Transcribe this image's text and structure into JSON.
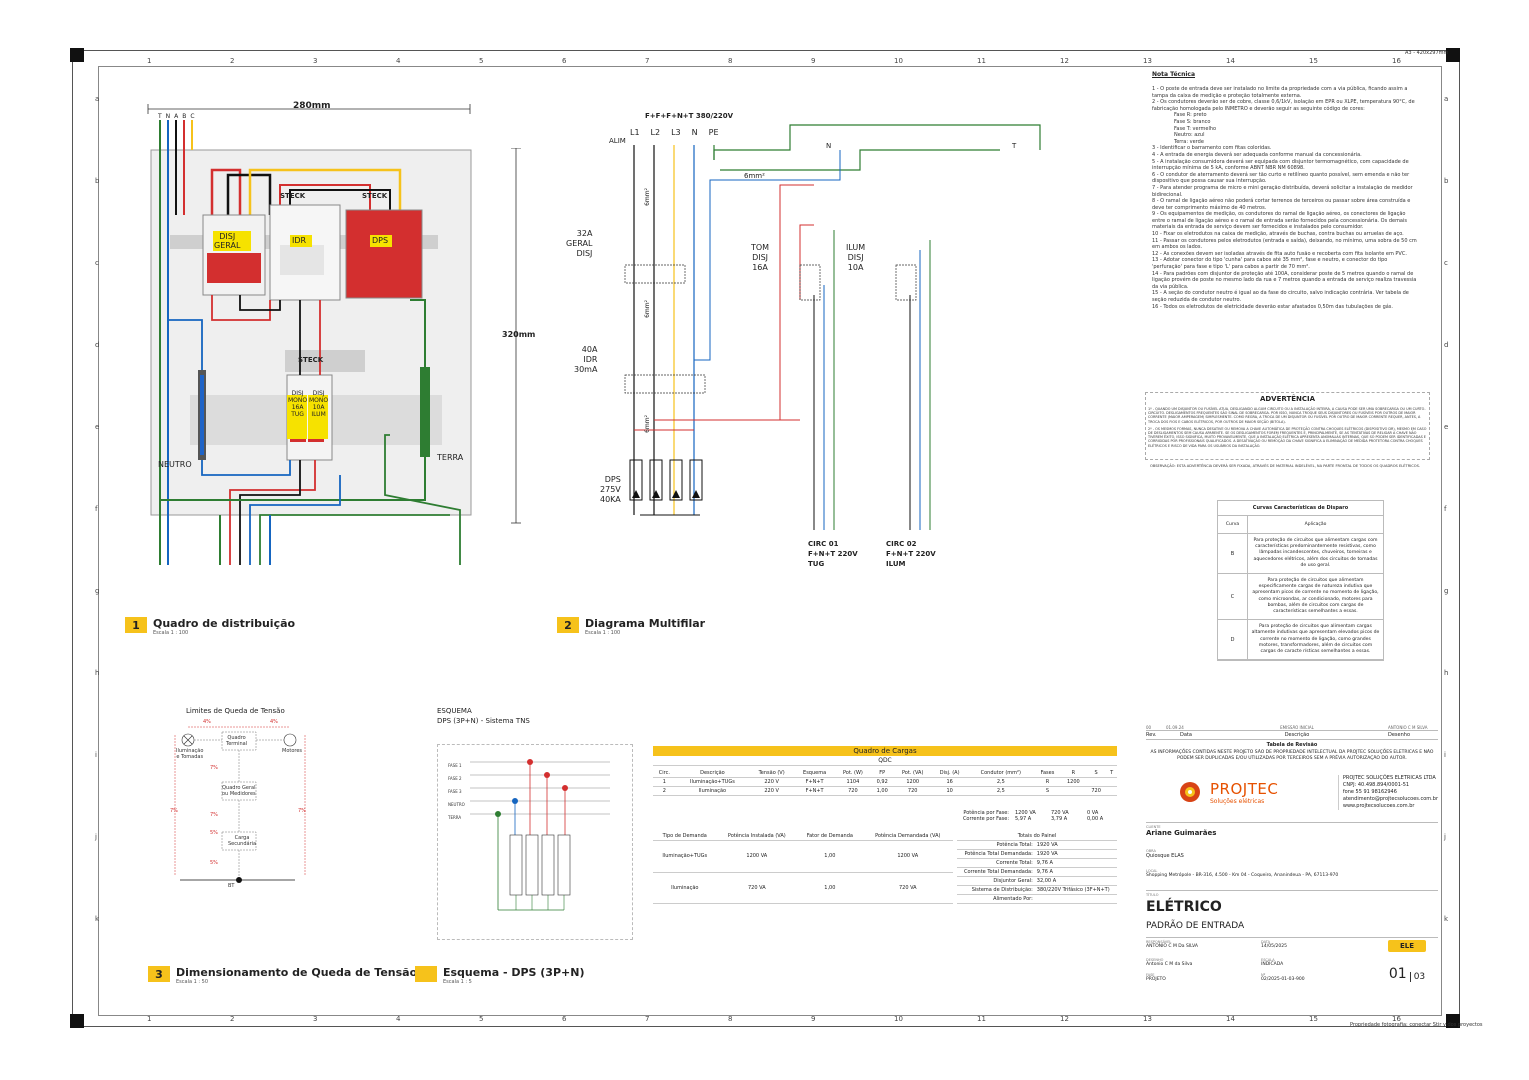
{
  "sheet": {
    "col_numbers": [
      "1",
      "2",
      "3",
      "4",
      "5",
      "6",
      "7",
      "8",
      "9",
      "10",
      "11",
      "12",
      "13",
      "14",
      "15",
      "16"
    ],
    "row_letters": [
      "a",
      "b",
      "c",
      "d",
      "e",
      "f",
      "g",
      "h",
      "i",
      "j",
      "k"
    ],
    "top_right_note": "A3 - 420x297mm",
    "bottom_right_note": "Propriedade fotografia: conectar Stir y dos proyectos"
  },
  "views": {
    "v1": {
      "number": "1",
      "title": "Quadro de distribuição",
      "scale": "Escala  1 : 100"
    },
    "v2": {
      "number": "2",
      "title": "Diagrama Multifilar",
      "scale": "Escala  1 : 100"
    },
    "v3": {
      "number": "3",
      "title": "Dimensionamento de Queda de Tensão",
      "scale": "Escala  1 : 50"
    },
    "v4": {
      "number": "",
      "title": "Esquema - DPS (3P+N)",
      "scale": "Escala  1 : 5"
    }
  },
  "panel": {
    "width_dim": "280mm",
    "height_dim": "320mm",
    "top_terminals": [
      "T",
      "N",
      "A",
      "B",
      "C"
    ],
    "breaker_main": "DISJ\nGERAL",
    "breaker_idr": "IDR",
    "breaker_dps": "DPS",
    "steck_1": "STECK",
    "steck_2": "STECK",
    "steck_3": "STECK",
    "disj_mono_tug": "DISJ\nMONO\n16A\nTUG",
    "disj_mono_ilum": "DISJ\nMONO\n10A\nILUM",
    "neutro": "NEUTRO",
    "terra": "TERRA"
  },
  "multifilar": {
    "header": "F+F+F+N+T 380/220V",
    "phases": [
      "L1",
      "L2",
      "L3",
      "N",
      "PE"
    ],
    "alim": "ALIM",
    "n_bus": "N",
    "t_bus": "T",
    "cable_6": "6mm²",
    "cable_6b": "6mm²",
    "cable_6c": "6mm²",
    "cable_6d": "6mm²",
    "geral": "32A\nGERAL\nDISJ",
    "idr": "40A\nIDR\n30mA",
    "dps": "DPS\n275V\n40KA",
    "tom": "TOM\nDISJ\n16A",
    "ilum": "ILUM\nDISJ\n10A",
    "circ1": "CIRC 01\nF+N+T 220V\nTUG",
    "circ2": "CIRC 02\nF+N+T 220V\nILUM"
  },
  "notes": {
    "title": "Nota Técnica",
    "lines": [
      "1 - O poste de entrada deve ser instalado no limite da propriedade com a via pública, ficando assim a",
      "tampa da caixa de medição e proteção totalmente externa.",
      "2 - Os condutores deverão ser de cobre, classe  0,6/1kV, isolação em EPR ou XLPE, temperatura 90°C, de",
      "fabricação homologada pelo INMETRO e deverão seguir as seguinte código de cores:",
      "Fase R: preto",
      "Fase S: branco",
      "Fase T: vermelho",
      "Neutro: azul",
      "Terra: verde",
      "3 - Identificar o barramento com fitas coloridas.",
      "4 - A entrada de energia deverá ser adequada conforme manual da concessionária.",
      "5 - A instalação consumidora deverá ser equipada com disjuntor termomagnético, com capacidade de",
      "interrupção mínima de 5 kA, conforme ABNT NBR NM 60898.",
      "6 - O condutor de aterramento deverá ser tão curto e retilíneo quanto possível, sem emenda e não ter",
      "dispositivo que possa causar sua interrupção.",
      "7 - Para atender programa de micro e mini geração distribuída, deverá solicitar a instalação de medidor",
      "bidirecional.",
      "8 - O ramal de ligação aéreo não poderá cortar terrenos de terceiros ou passar sobre área construída e",
      "deve ter comprimento máximo de 40 metros.",
      "9 - Os equipamentos de medição, os condutores do ramal de ligação aéreo, os conectores de ligação",
      "entre o ramal de ligação aéreo e o ramal de entrada serão fornecidos pela concessionária. Os demais",
      "materiais da entrada de serviço devem ser fornecidos e instalados pelo consumidor.",
      "10 - Fixar os eletrodutos na caixa de medição, através de buchas, contra buchas ou arruelas de aço.",
      "11 - Passar os condutores pelos eletrodutos (entrada e saída), deixando, no mínimo, uma sobra de 50 cm",
      "em ambos os lados.",
      "12 - As conexões devem ser isoladas através de fita auto fusão e recoberta com fita isolante em PVC.",
      "13 - Adotar conector do tipo 'cunha' para cabos até 35 mm², fase e neutro, e conector do tipo",
      "'perfuração' para fase e tipo 'L' para cabos a partir de 70 mm².",
      "14 - Para padrões com disjuntor de proteção até 100A, considerar poste de 5 metros quando o ramal de",
      "ligação provém de poste no mesmo lado da rua e 7 metros quando a entrada de serviço realiza travessia",
      "da via pública.",
      "15 - A seção do condutor neutro é igual ao da fase do circuito, salvo indicação contrária. Ver tabela de",
      "seção reduzida de condutor neutro.",
      "16 - Todos os eletrodutos de eletricidade deverão estar afastados 0,50m das tubulações de gás."
    ]
  },
  "warning": {
    "title": "ADVERTÊNCIA",
    "p1": "1º - QUANDO UM DISJUNTOR OU FUSÍVEL ATUA, DESLIGANDO ALGUM CIRCUITO OU A INSTALAÇÃO INTEIRA, A CAUSA PODE SER UMA SOBRECARGA OU UM CURTO-CIRCUITO. DESLIGAMENTOS FREQUENTES SÃO SINAL DE SOBRECARGA. POR ISSO, NUNCA TROQUE SEUS DISJUNTORES OU FUSÍVEIS POR OUTROS DE MAIOR CORRENTE (MAIOR AMPERAGEM) SIMPLESMENTE. COMO REGRA, A TROCA DE UM DISJUNTOR OU FUSÍVEL POR OUTRO DE MAIOR CORRENTE REQUER, ANTES, A TROCA DOS FIOS E CABOS ELÉTRICOS, POR OUTROS DE MAIOR SEÇÃO (BITOLA).",
    "p2": "2º - OS MESMOS FORMAS, NUNCA DESATIVE OU REMOVA A CHAVE AUTOMÁTICA DE PROTEÇÃO CONTRA CHOQUES ELÉTRICOS (DISPOSITIVO DR), MESMO EM CASO DE DESLIGAMENTOS SEM CAUSA APARENTE. SE OS DESLIGAMENTOS FOREM FREQUENTES E, PRINCIPALMENTE, SE AS TENTATIVAS DE RELIGAR A CHAVE NÃO TIVEREM ÊXITO, ISSO SIGNIFICA, MUITO PROVAVELMENTE, QUE A INSTALAÇÃO ELÉTRICA APRESENTA ANOMALIAS INTERNAS, QUE SÓ PODEM SER IDENTIFICADAS E CORRIGIDAS POR PROFISSIONAIS QUALIFICADOS. A DESATIVAÇÃO OU REMOÇÃO DA CHAVE SIGNIFICA A ELIMINAÇÃO DE MEDIDA PROTETORA CONTRA CHOQUES ELÉTRICOS E RISCO DE VIDA PARA OS USUÁRIOS DA INSTALAÇÃO.",
    "obs": "OBSERVAÇÃO: ESTA ADVERTÊNCIA DEVERÁ SER FIXADA, ATRAVÉS DE MATERIAL INDELÉVEL, NA PARTE FRONTAL DE TODOS OS QUADROS ELÉTRICOS."
  },
  "curves": {
    "title": "Curvas Características de Disparo",
    "col_curve": "Curva",
    "col_app": "Aplicação",
    "rows": [
      {
        "curve": "B",
        "app": "Para proteção de circuitos que alimentam cargas com características predominantemente resistivas, como lâmpadas incandescentes, chuveiros, torneiras e aquecedores elétricos, além dos circuitos de tomadas de uso geral."
      },
      {
        "curve": "C",
        "app": "Para proteção de circuitos que alimentam especificamente cargas de natureza indutiva que apresentam picos de corrente no momento de ligação, como microondas, ar condicionado, motores para bombas, além de circuitos com cargas de características semelhantes a essas."
      },
      {
        "curve": "D",
        "app": "Para proteção de circuitos que alimentam cargas altamente indutivas que apresentam elevados picos de corrente no momento de ligação, como grandes motores, transformadores, além de circuitos com cargas de caracte rísticas semelhantes a essas."
      }
    ]
  },
  "voltage_drop": {
    "title": "Limites de Queda de Tensão",
    "box1": "Quadro\nTerminal",
    "box2": "Quadro Geral\nou Medidores",
    "box3": "Carga\nSecundária",
    "left_label": "Iluminação\ne Tomadas",
    "right_label": "Motores",
    "pct_top_left": "4%",
    "pct_top_right": "4%",
    "pct_1": "7%",
    "pct_2": "7%",
    "pct_3": "5%",
    "pct_4": "5%",
    "side_left": "7%",
    "side_right": "7%",
    "bottom_label": "BT"
  },
  "dps_scheme": {
    "title": "ESQUEMA",
    "subtitle": "DPS (3P+N) - Sistema TNS",
    "lines": [
      "FASE 1",
      "FASE 2",
      "FASE 3",
      "NEUTRO",
      "TERRA"
    ]
  },
  "load_table": {
    "title": "Quadro de Cargas",
    "subtitle": "QDC",
    "headers": [
      "Circ.",
      "Descrição",
      "Tensão (V)",
      "Esquema",
      "Pot. (W)",
      "FP",
      "Pot. (VA)",
      "Disj. (A)",
      "Condutor (mm²)",
      "Fases",
      "R",
      "S",
      "T"
    ],
    "rows": [
      [
        "1",
        "Iluminação+TUGs",
        "220 V",
        "F+N+T",
        "1104",
        "0,92",
        "1200",
        "16",
        "2,5",
        "R",
        "1200",
        ""
      ],
      [
        "2",
        "Iluminação",
        "220 V",
        "F+N+T",
        "720",
        "1,00",
        "720",
        "10",
        "2,5",
        "S",
        "",
        "720"
      ]
    ],
    "pot_fase_label": "Potência por Fase:",
    "pot_fase": [
      "1200 VA",
      "720 VA",
      "0 VA"
    ],
    "corr_fase_label": "Corrente por Fase:",
    "corr_fase": [
      "5,97 A",
      "3,79 A",
      "0,00 A"
    ],
    "demand_headers": [
      "Tipo de Demanda",
      "Potência Instalada (VA)",
      "Fator de Demanda",
      "Potência Demandada (VA)",
      "Totais do Painel"
    ],
    "demand_rows": [
      [
        "Iluminação+TUGs",
        "1200 VA",
        "1,00",
        "1200 VA"
      ],
      [
        "Iluminação",
        "720 VA",
        "1,00",
        "720 VA"
      ]
    ],
    "totals": [
      [
        "Potência Total:",
        "1920 VA"
      ],
      [
        "Potência Total Demandada:",
        "1920 VA"
      ],
      [
        "Corrente Total:",
        "9,76 A"
      ],
      [
        "Corrente Total Demandada:",
        "9,76 A"
      ],
      [
        "Disjuntor Geral:",
        "32,00 A"
      ],
      [
        "Sistema de Distribuição:",
        "380/220V Trifásico (3F+N+T)"
      ],
      [
        "Alimentado Por:",
        ""
      ]
    ]
  },
  "title_block": {
    "rev_row": [
      "00",
      "01.09.24",
      "EMISSÃO INICIAL",
      "ANTONIO C M SILVA"
    ],
    "rev_headers": [
      "Rev.",
      "Data",
      "Descrição",
      "Desenho"
    ],
    "rev_title": "Tabela de Revisão",
    "disclaimer": "AS INFORMAÇÕES CONTIDAS NESTE PROJETO SÃO DE PROPRIEDADE INTELECTUAL DA PROJTEC SOLUÇÕES ELETRICAS E NÃO PODEM SER DUPLICADAS E/OU UTILIZADAS POR TERCEIROS SEM A PRÉVIA AUTORIZAÇÃO DO AUTOR.",
    "logo_name": "PROJTEC",
    "logo_sub": "Soluções elétricas",
    "company": [
      "PROJTEC SOLUÇÕES ELETRICAS LTDA",
      "CNPJ: 40.498.894/0001-51",
      "fone 55 91 98162946",
      "atendimento@projtecsolucoes.com.br",
      "www.projtecsolucoes.com.br"
    ],
    "cliente_lbl": "CLIENTE",
    "cliente": "Ariane Guimarães",
    "obra_lbl": "OBRA",
    "obra": "Quiosque ELAS",
    "local_lbl": "LOCAL",
    "local": "Shopping Metrópole - BR-316, 4.500 - Km 04 - Coqueiro, Ananindeua - PA, 67113-970",
    "titulo_lbl": "TÍTULO",
    "titulo": "ELÉTRICO",
    "subtitulo": "PADRÃO DE ENTRADA",
    "resp_lbl": "RESPONSÁVEL",
    "resp": "ANTONIO C M Da SILVA",
    "data_lbl": "DATA",
    "data": "14/05/2025",
    "desenho_lbl": "DESENHO",
    "desenho": "Antonio C M da Silva",
    "escala_lbl": "ESCALA",
    "escala": "INDICADA",
    "fase_lbl": "FASE",
    "fase": "PROJETO",
    "num_lbl": "Nº",
    "num": "02/2025-01-03-900",
    "discipline": "ELE",
    "sheet": "01",
    "total": "03"
  },
  "colors": {
    "red": "#d32f2f",
    "green": "#2e7d32",
    "blue": "#1565c0",
    "black": "#111111",
    "yellow": "#f6c21b"
  }
}
